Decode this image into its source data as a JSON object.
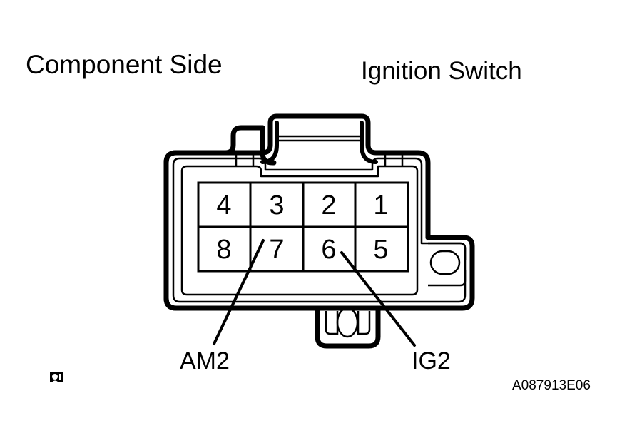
{
  "diagram": {
    "titles": {
      "left": "Component Side",
      "right": "Ignition Switch"
    },
    "reference_code": "A087913E06",
    "marker_icon": "bookmark-marker-icon",
    "connector": {
      "type": "8-pin-rectangular-connector",
      "rows": [
        {
          "pins": [
            "4",
            "3",
            "2",
            "1"
          ]
        },
        {
          "pins": [
            "8",
            "7",
            "6",
            "5"
          ]
        }
      ],
      "pin_count": 8
    },
    "callouts": [
      {
        "label": "AM2",
        "pin": "7"
      },
      {
        "label": "IG2",
        "pin": "6"
      }
    ],
    "colors": {
      "line": "#000000",
      "background": "#ffffff"
    }
  }
}
